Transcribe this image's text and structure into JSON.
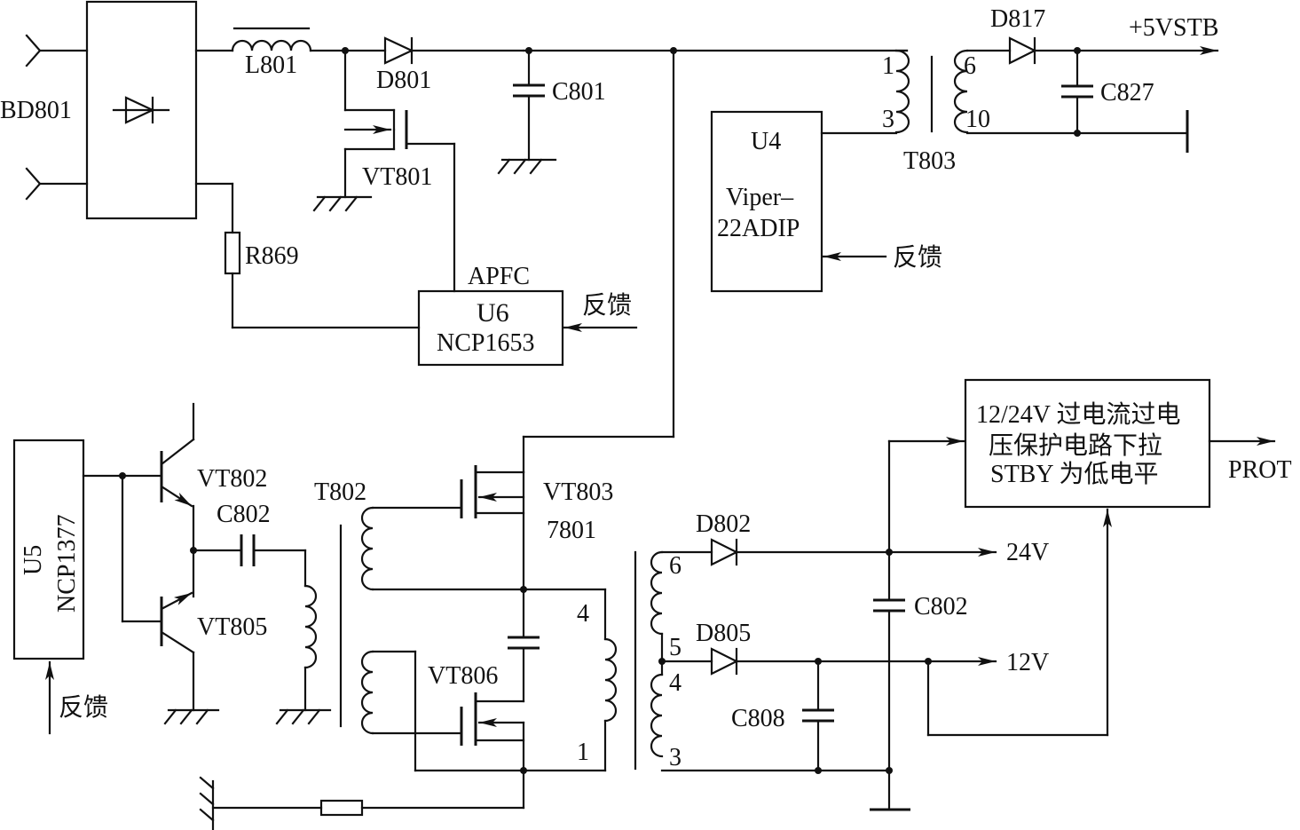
{
  "labels": {
    "bd801": "BD801",
    "l801": "L801",
    "d801": "D801",
    "c801": "C801",
    "vt801": "VT801",
    "r869": "R869",
    "apfc": "APFC",
    "u6": "U6",
    "ncp1653": "NCP1653",
    "feedback": "反馈",
    "u4": "U4",
    "viper1": "Viper–",
    "viper2": "22ADIP",
    "t803": "T803",
    "t803_pin1": "1",
    "t803_pin3": "3",
    "t803_pin6": "6",
    "t803_pin10": "10",
    "d817": "D817",
    "c827": "C827",
    "v5stb": "+5VSTB",
    "u5": "U5",
    "ncp1377": "NCP1377",
    "vt802": "VT802",
    "vt805": "VT805",
    "c802a": "C802",
    "t802": "T802",
    "vt803": "VT803",
    "n7801": "7801",
    "vt806": "VT806",
    "t_pin4": "4",
    "t_pin1": "1",
    "d802": "D802",
    "d805": "D805",
    "c802b": "C802",
    "c808": "C808",
    "out_pin6": "6",
    "out_pin5": "5",
    "out_pin4": "4",
    "out_pin3": "3",
    "v24": "24V",
    "v12": "12V",
    "prot_line1": "12/24V 过电流过电",
    "prot_line2": "压保护电路下拉",
    "prot_line3": "STBY 为低电平",
    "prot": "PROT"
  }
}
